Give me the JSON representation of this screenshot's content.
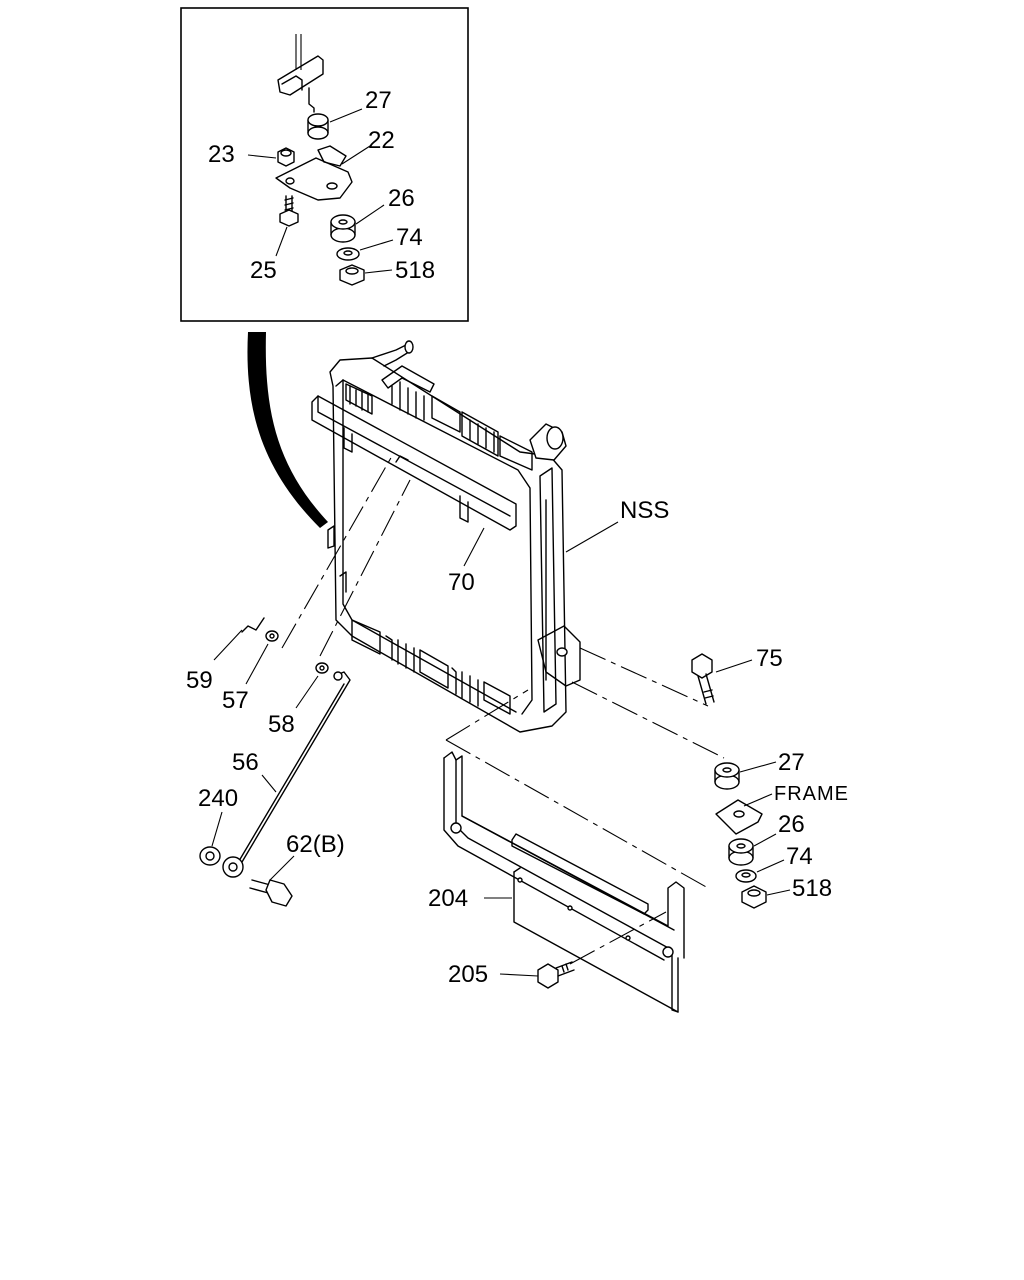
{
  "inset": {
    "labels": {
      "l27": "27",
      "l22": "22",
      "l23": "23",
      "l26": "26",
      "l74": "74",
      "l25": "25",
      "l518": "518"
    }
  },
  "main": {
    "labels": {
      "nss": "NSS",
      "l70": "70",
      "l59": "59",
      "l57": "57",
      "l58": "58",
      "l56": "56",
      "l240": "240",
      "l62b": "62(B)",
      "l75": "75",
      "l27": "27",
      "frame": "FRAME",
      "l26": "26",
      "l74": "74",
      "l518": "518",
      "l204": "204",
      "l205": "205"
    }
  }
}
